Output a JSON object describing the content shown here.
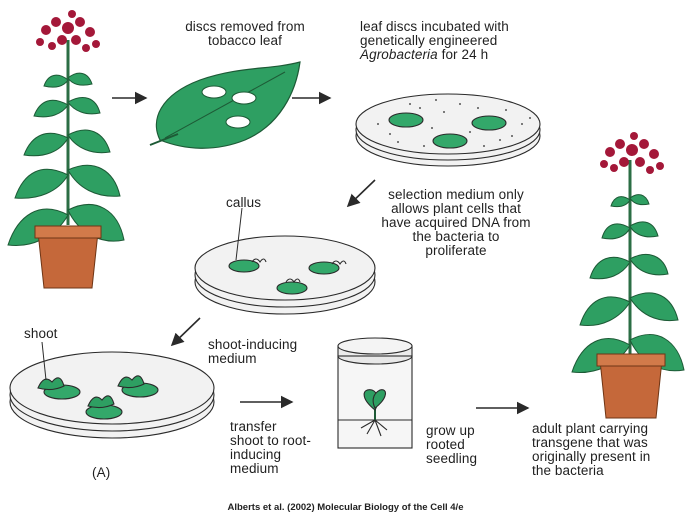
{
  "diagram": {
    "colors": {
      "leaf": "#2e9f62",
      "leaf_dark": "#1d7447",
      "pot": "#c5683a",
      "flower": "#a41839",
      "tissue": "#33a86a",
      "outline": "#2a2a2a"
    },
    "labels": {
      "discs_removed": [
        "discs removed from",
        "tobacco leaf"
      ],
      "incubated": [
        "leaf discs incubated with",
        "genetically engineered"
      ],
      "incubated_italic": "Agrobacteria",
      "incubated_rest": " for 24 h",
      "selection": [
        "selection medium only",
        "allows plant cells that",
        "have acquired DNA from",
        "the bacteria to",
        "proliferate"
      ],
      "callus": "callus",
      "shoot": "shoot",
      "shoot_medium": [
        "shoot-inducing",
        "medium"
      ],
      "transfer": [
        "transfer",
        "shoot to root-",
        "inducing",
        "medium"
      ],
      "grow": [
        "grow up",
        "rooted",
        "seedling"
      ],
      "adult": [
        "adult plant carrying",
        "transgene that was",
        "originally present in",
        "the bacteria"
      ],
      "panel": "(A)"
    },
    "caption": "Alberts et al. (2002) Molecular Biology of the Cell 4/e"
  }
}
